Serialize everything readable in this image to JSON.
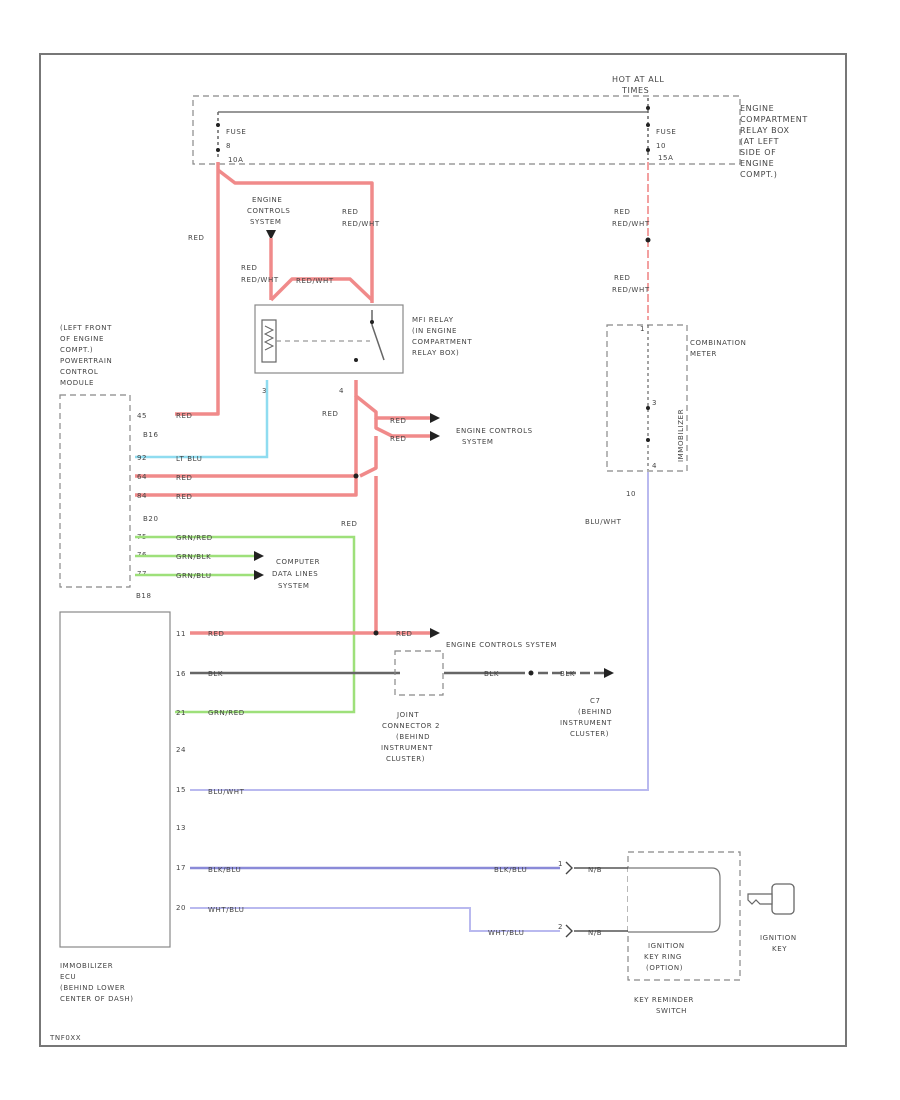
{
  "relay_box": {
    "header": "HOT AT ALL",
    "header2": "TIMES",
    "fuse_left": "FUSE",
    "fuse_left_num": "8",
    "fuse_left_amp": "10A",
    "fuse_right": "FUSE",
    "fuse_right_num": "10",
    "fuse_right_amp": "15A",
    "label": [
      "ENGINE",
      "COMPARTMENT",
      "RELAY BOX",
      "(AT LEFT",
      "SIDE OF",
      "ENGINE",
      "COMPT.)"
    ]
  },
  "engine_controls_top": [
    "ENGINE",
    "CONTROLS",
    "SYSTEM"
  ],
  "mfi_relay": [
    "MFI RELAY",
    "(IN ENGINE",
    "COMPARTMENT",
    "RELAY BOX)"
  ],
  "pcm": {
    "label": [
      "(LEFT FRONT",
      "OF ENGINE",
      "COMPT.)",
      "POWERTRAIN",
      "CONTROL",
      "MODULE"
    ],
    "connectors": [
      "B16",
      "B20",
      "B18"
    ],
    "pins": [
      "45",
      "92",
      "64",
      "84",
      "75",
      "76",
      "77"
    ]
  },
  "immobilizer": {
    "label": [
      "IMMOBILIZER",
      "ECU",
      "(BEHIND LOWER",
      "CENTER OF DASH)"
    ],
    "pins": [
      "11",
      "16",
      "21",
      "24",
      "15",
      "13",
      "17",
      "20"
    ]
  },
  "combination_meter": [
    "COMBINATION",
    "METER"
  ],
  "combo_internal": "IMMOBILIZER",
  "combo_pins": [
    "1",
    "3",
    "4",
    "10"
  ],
  "engine_controls_mid": [
    "ENGINE CONTROLS",
    "SYSTEM"
  ],
  "computer_data_lines": [
    "COMPUTER",
    "DATA LINES",
    "SYSTEM"
  ],
  "engine_controls_low": "ENGINE CONTROLS SYSTEM",
  "joint_connector": [
    "JOINT",
    "CONNECTOR 2",
    "(BEHIND",
    "INSTRUMENT",
    "CLUSTER)"
  ],
  "c7": [
    "C7",
    "(BEHIND",
    "INSTRUMENT",
    "CLUSTER)"
  ],
  "key_switch": {
    "inner": [
      "IGNITION",
      "KEY RING",
      "(OPTION)"
    ],
    "label": [
      "KEY REMINDER",
      "SWITCH"
    ],
    "ignition": [
      "IGNITION",
      "KEY"
    ],
    "pin1": "1",
    "pin2": "2",
    "pin_b": "N/B"
  },
  "wires": {
    "red": "RED",
    "red_wht": "RED/WHT",
    "red_blu": "RED",
    "red_blu2": "RED",
    "lt_blu": "LT BLU",
    "grn_red": "GRN/RED",
    "grn_blk": "GRN/BLK",
    "grn_blu": "GRN/BLU",
    "blk": "BLK",
    "blu_wht": "BLU/WHT",
    "blk_blu": "BLK/BLU",
    "wht_blu": "WHT/BLU"
  },
  "footer": "TNF0XX"
}
